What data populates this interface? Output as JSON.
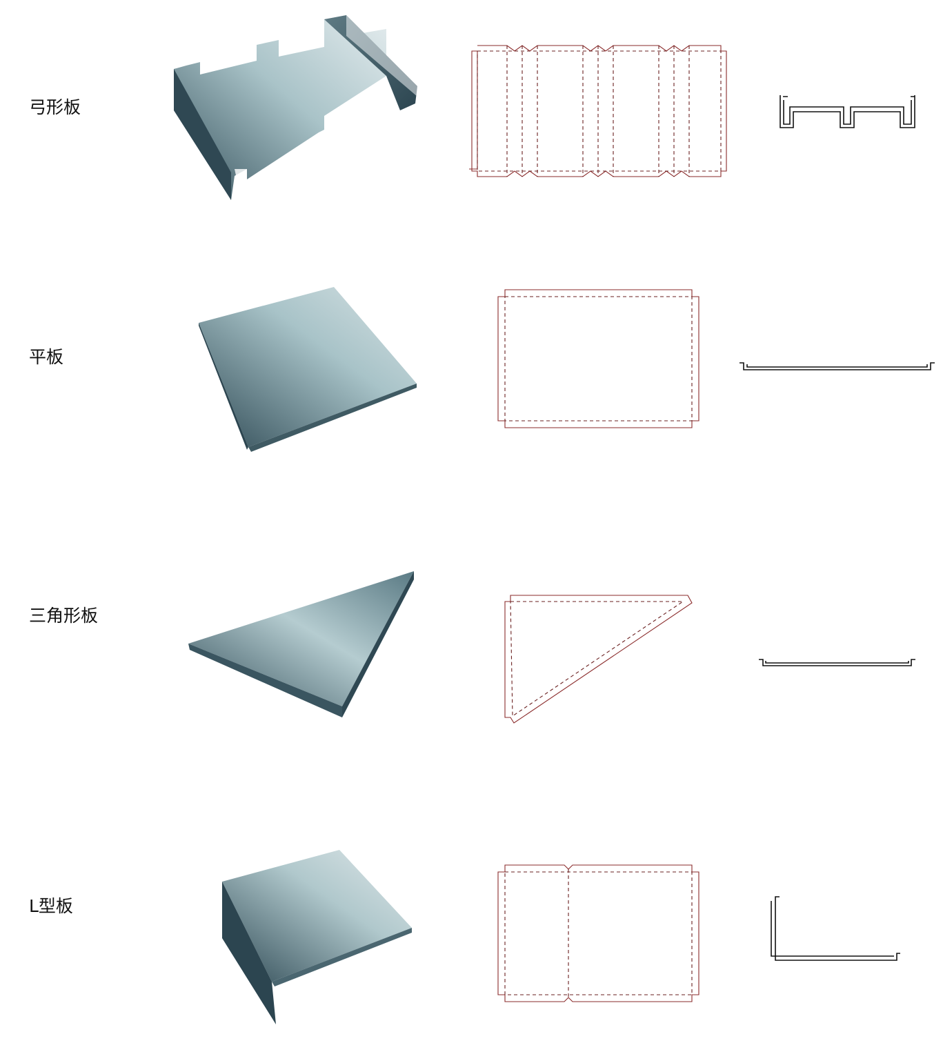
{
  "panels": [
    {
      "label": "弓形板"
    },
    {
      "label": "平板"
    },
    {
      "label": "三角形板"
    },
    {
      "label": "L型板"
    }
  ],
  "colors": {
    "cut_line": "#8a2a2a",
    "fold_line": "#6a1f1f",
    "section_line": "#111111",
    "metal_dark": "#3b5560",
    "metal_light": "#c9d8dc"
  }
}
